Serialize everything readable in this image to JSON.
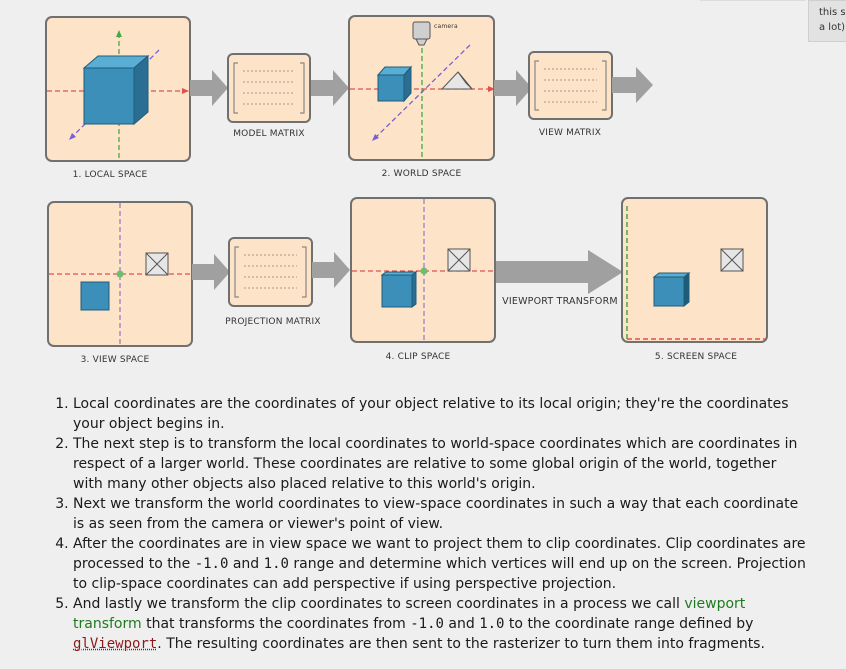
{
  "side_note": {
    "line1": "this s",
    "line2": "a lot)."
  },
  "diagram": {
    "camera_label": "camera",
    "captions": {
      "local_space": "1. LOCAL SPACE",
      "model_matrix": "MODEL MATRIX",
      "world_space": "2. WORLD SPACE",
      "view_matrix": "VIEW MATRIX",
      "view_space": "3. VIEW SPACE",
      "projection_matrix": "PROJECTION MATRIX",
      "clip_space": "4. CLIP SPACE",
      "viewport_transform": "VIEWPORT TRANSFORM",
      "screen_space": "5. SCREEN SPACE"
    }
  },
  "steps": {
    "s1": "Local coordinates are the coordinates of your object relative to its local origin; they're the coordinates your object begins in.",
    "s2": "The next step is to transform the local coordinates to world-space coordinates which are coordinates in respect of a larger world. These coordinates are relative to some global origin of the world, together with many other objects also placed relative to this world's origin.",
    "s3": "Next we transform the world coordinates to view-space coordinates in such a way that each coordinate is as seen from the camera or viewer's point of view.",
    "s4_a": "After the coordinates are in view space we want to project them to clip coordinates. Clip coordinates are processed to the ",
    "s4_min": "-1.0",
    "s4_and": " and ",
    "s4_max": "1.0",
    "s4_b": " range and determine which vertices will end up on the screen. Projection to clip-space coordinates can add perspective if using perspective projection.",
    "s5_a": "And lastly we transform the clip coordinates to screen coordinates in a process we call ",
    "s5_link": "viewport transform",
    "s5_b": " that transforms the coordinates from ",
    "s5_min": "-1.0",
    "s5_and": " and ",
    "s5_max": "1.0",
    "s5_c": " to the coordinate range defined by ",
    "s5_code": "glViewport",
    "s5_d": ". The resulting coordinates are then sent to the rasterizer to turn them into fragments."
  }
}
